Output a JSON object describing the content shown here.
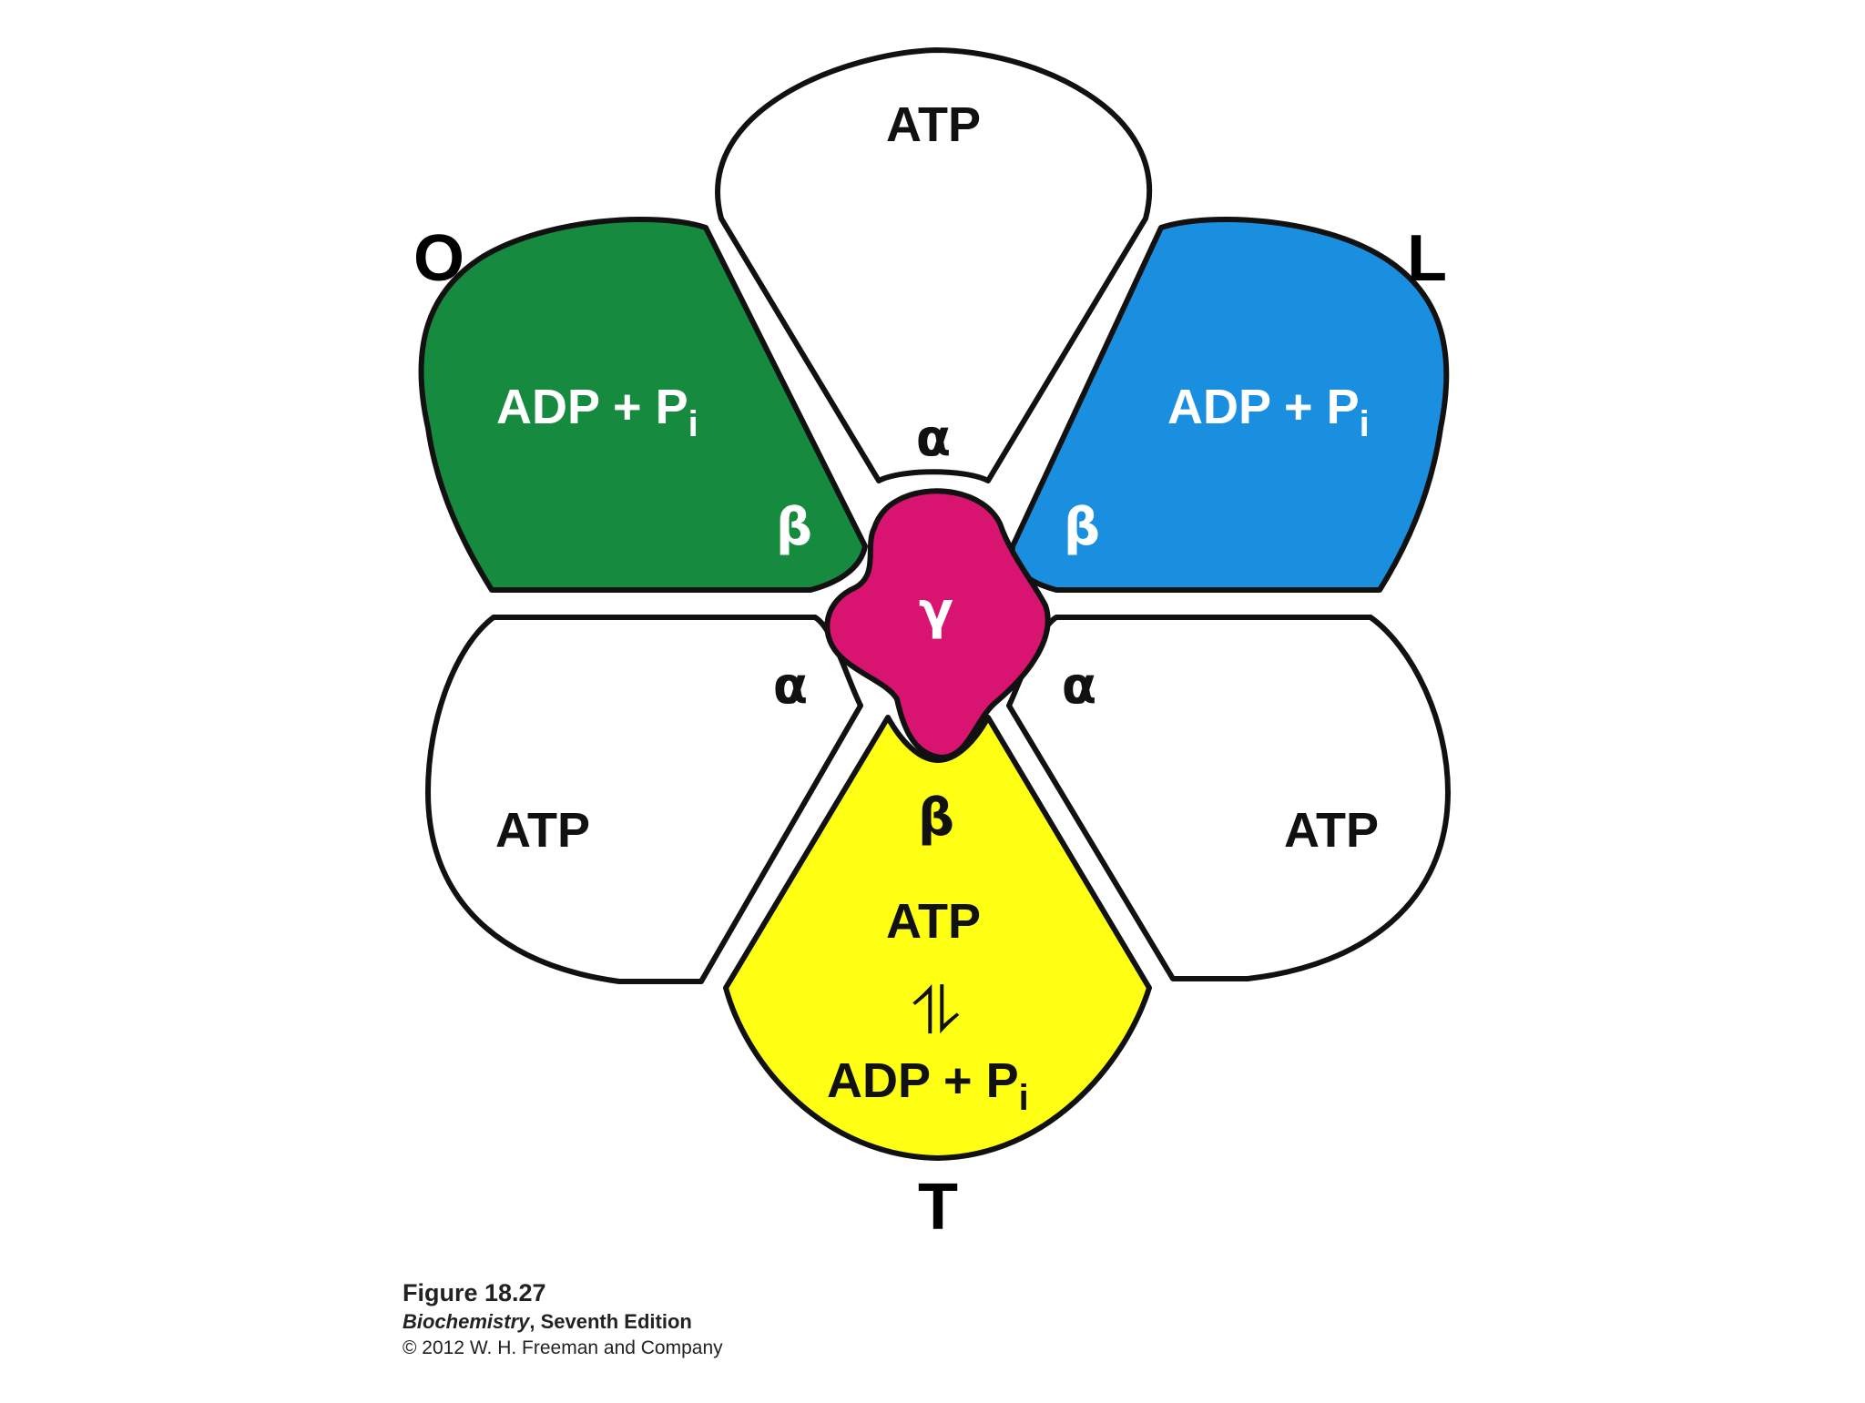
{
  "diagram": {
    "corner_labels": {
      "open": "O",
      "loose": "L",
      "tight": "T"
    },
    "subunits": {
      "top_alpha": {
        "greek": "α",
        "content": "ATP"
      },
      "left_alpha": {
        "greek": "α",
        "content": "ATP"
      },
      "right_alpha": {
        "greek": "α",
        "content": "ATP"
      },
      "open_beta": {
        "greek": "β",
        "content_main": "ADP + P",
        "content_sub": "i",
        "color": "#168a3e"
      },
      "loose_beta": {
        "greek": "β",
        "content_main": "ADP + P",
        "content_sub": "i",
        "color": "#1a8fe0"
      },
      "tight_beta": {
        "greek": "β",
        "content_top": "ATP",
        "equilibrium_arrows": "⥮",
        "content_bottom_main": "ADP + P",
        "content_bottom_sub": "i",
        "color": "#ffff14"
      },
      "gamma": {
        "greek": "γ",
        "color": "#d81470"
      }
    }
  },
  "caption": {
    "figure": "Figure 18.27",
    "book_title": "Biochemistry",
    "book_edition": ", Seventh Edition",
    "copyright": "© 2012 W. H. Freeman and Company"
  }
}
